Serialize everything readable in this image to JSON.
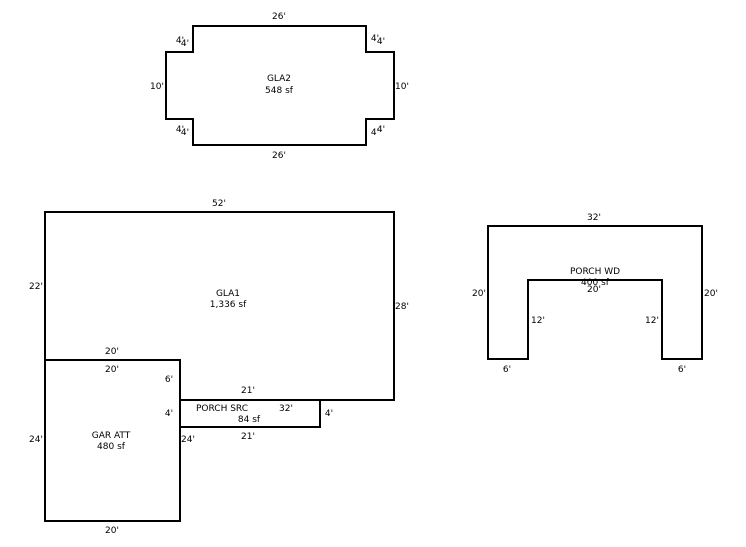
{
  "areas": {
    "gla2": {
      "name": "GLA2",
      "area": "548 sf"
    },
    "gla1": {
      "name": "GLA1",
      "area": "1,336 sf"
    },
    "gar_att": {
      "name": "GAR ATT",
      "area": "480 sf"
    },
    "porch_src": {
      "name": "PORCH SRC",
      "area": "84 sf"
    },
    "porch_wd": {
      "name": "PORCH WD",
      "area": "400 sf"
    }
  },
  "dimensions": {
    "gla2": {
      "top": "26'",
      "bottom": "26'",
      "left": "10'",
      "right": "10'",
      "notch_tl_a": "4'",
      "notch_tl_b": "4'",
      "notch_tr_a": "4'",
      "notch_tr_b": "4'",
      "notch_bl_a": "4'",
      "notch_bl_b": "4'",
      "notch_br_a": "4'",
      "notch_br_b": "4'"
    },
    "gla1": {
      "top": "52'",
      "left": "22'",
      "right": "28'",
      "garage_share_top": "20'",
      "garage_right_upper": "6'",
      "porch_top": "21'"
    },
    "gar_att": {
      "top": "20'",
      "left": "24'",
      "right": "24'",
      "bottom": "20'",
      "porch_left": "4'"
    },
    "porch_src": {
      "top": "32'",
      "right": "4'",
      "bottom": "21'"
    },
    "porch_wd": {
      "top": "32'",
      "left": "20'",
      "right": "20'",
      "inner_top": "20'",
      "inner_left": "12'",
      "inner_right": "12'",
      "foot_left": "6'",
      "foot_right": "6'"
    }
  }
}
